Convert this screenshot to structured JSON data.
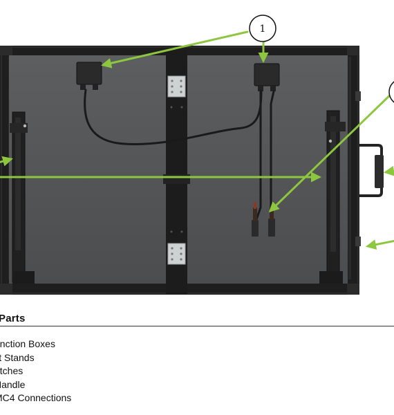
{
  "callouts": [
    {
      "number": "1",
      "target": "junction-boxes"
    }
  ],
  "parts": {
    "heading": "Parts",
    "items": [
      "unction Boxes",
      "ilt Stands",
      "atches",
      "Handle",
      "MC4 Connections"
    ]
  },
  "colors": {
    "frame": "#1e1e1e",
    "panel": "#555759",
    "arrow": "#8dc63f",
    "hinge": "#cfd2d3"
  }
}
